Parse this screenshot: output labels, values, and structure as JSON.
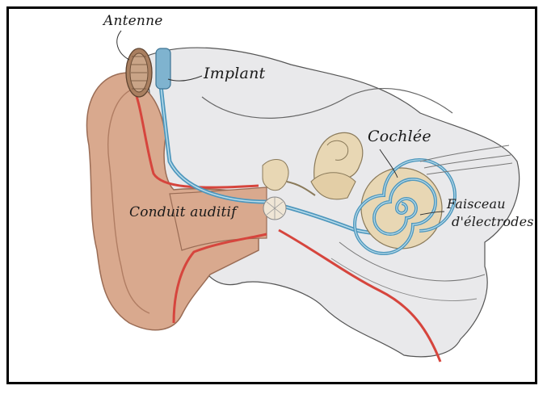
{
  "labels": {
    "antenne": "Antenne",
    "implant": "Implant",
    "cochlee": "Cochlée",
    "conduit": "Conduit auditif",
    "faisceau_line1": "Faisceau",
    "faisceau_line2": "d'électrodes"
  },
  "colors": {
    "skin": "#d9a98e",
    "skin_dark": "#c08a6e",
    "skull": "#e8e8ea",
    "electrode_blue": "#4e97bd",
    "vessel_red": "#d6453d",
    "bone": "#e8d7b4",
    "antenna_brown": "#8a6548"
  }
}
